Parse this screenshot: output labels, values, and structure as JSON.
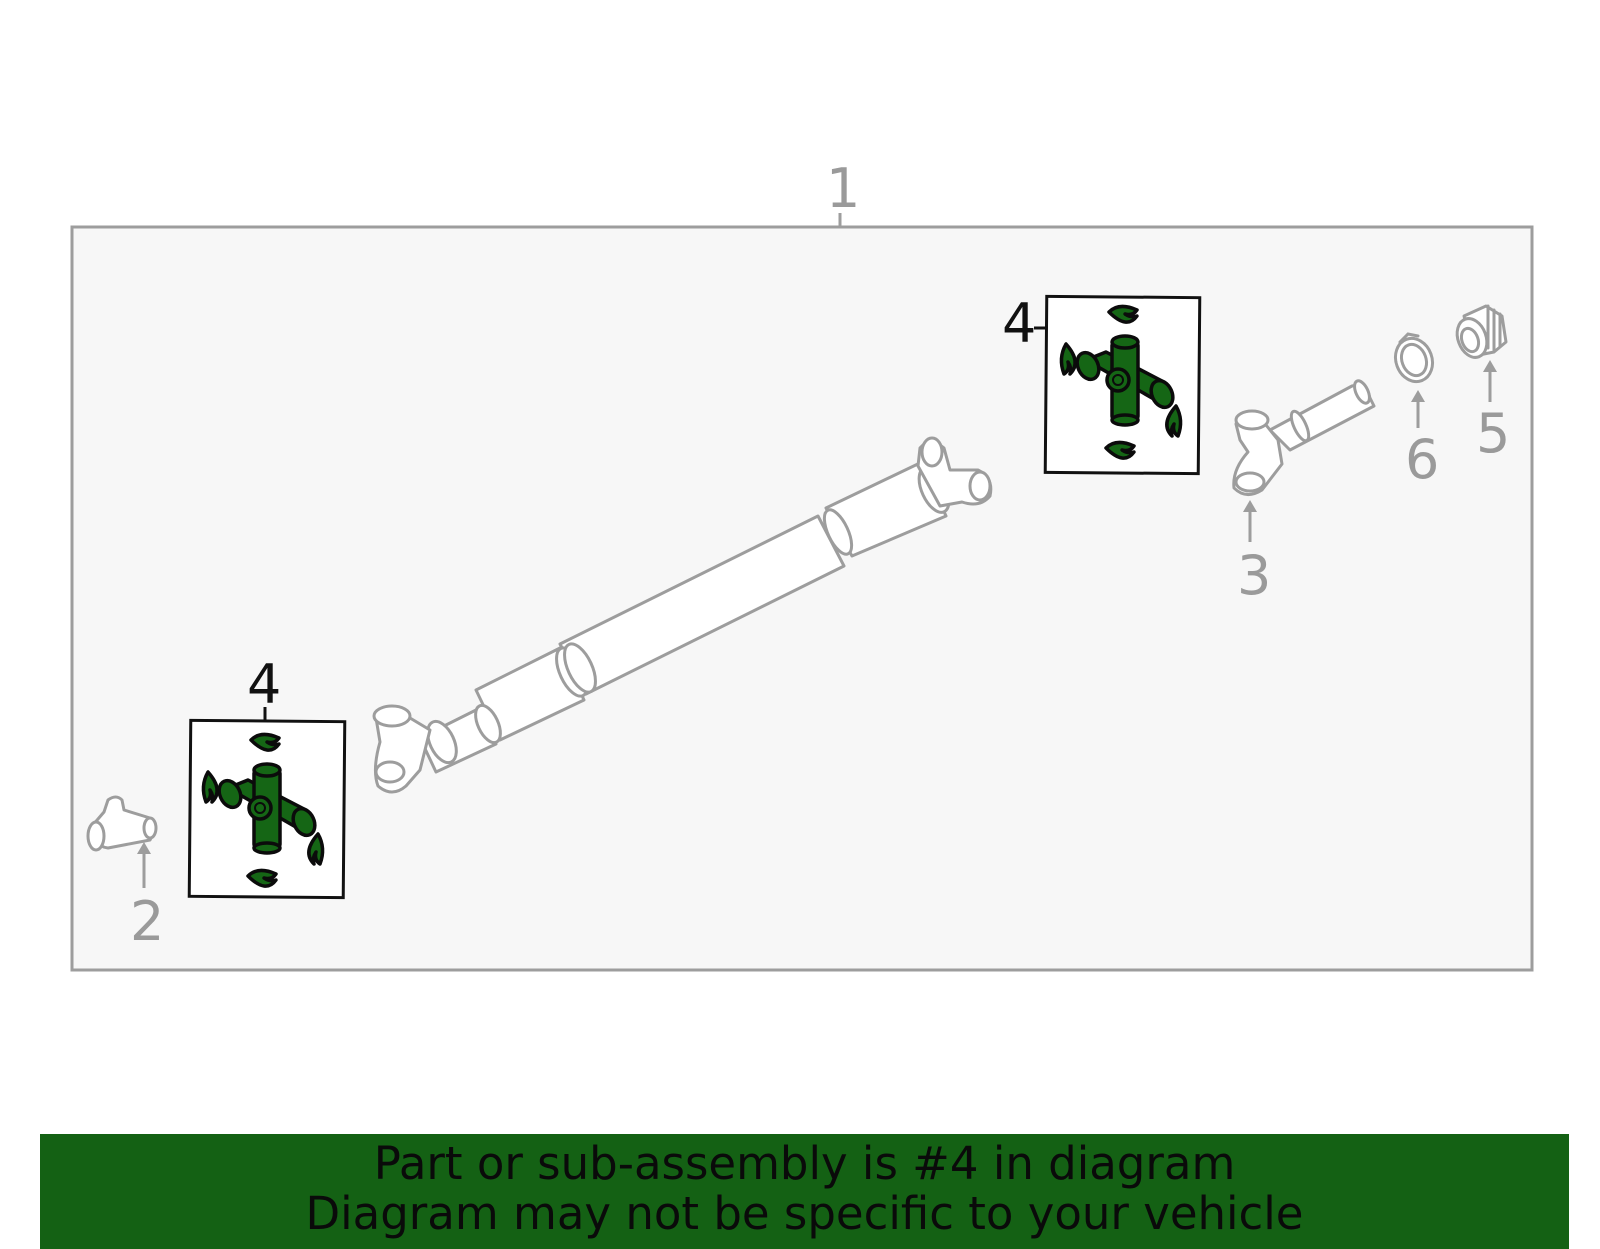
{
  "diagram": {
    "callouts": {
      "assembly": "1",
      "flange_yoke": "2",
      "slip_yoke": "3",
      "universal_joint_upper": "4",
      "universal_joint_lower": "4",
      "dust_boot": "5",
      "clamp": "6"
    },
    "highlight_color": "#156615",
    "highlighted_part": "universal-joint",
    "icon_names": [
      "drive-shaft",
      "flange-yoke",
      "slip-yoke",
      "boot-clamp",
      "dust-boot",
      "universal-joint"
    ]
  },
  "banner": {
    "line1": "Part or sub-assembly is #4 in diagram",
    "line2": "Diagram may not be specific to your vehicle",
    "background": "#146114"
  }
}
